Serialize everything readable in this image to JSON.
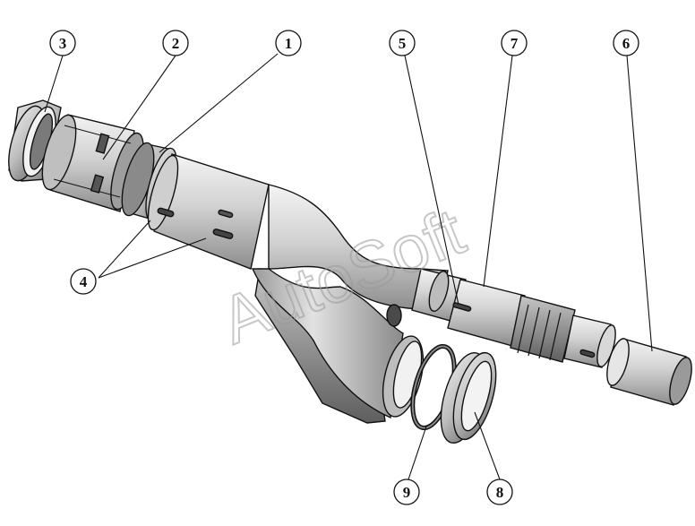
{
  "watermark": "AutoSoft",
  "callouts": [
    {
      "label": "1",
      "part": "bearing-ring-1"
    },
    {
      "label": "2",
      "part": "bushing-2"
    },
    {
      "label": "3",
      "part": "seal-ring-3"
    },
    {
      "label": "4",
      "part": "key-4"
    },
    {
      "label": "5",
      "part": "key-5"
    },
    {
      "label": "6",
      "part": "sleeve-6"
    },
    {
      "label": "7",
      "part": "shaft-7"
    },
    {
      "label": "8",
      "part": "seal-ring-8"
    },
    {
      "label": "9",
      "part": "o-ring-9"
    }
  ]
}
